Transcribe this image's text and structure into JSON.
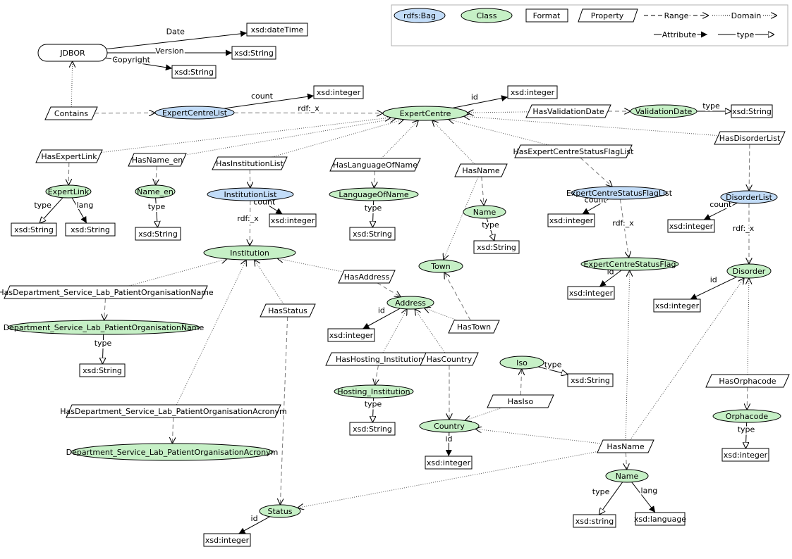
{
  "legend": {
    "bag": "rdfs:Bag",
    "class": "Class",
    "format": "Format",
    "property": "Property",
    "range": "Range",
    "domain": "Domain",
    "attribute": "Attribute",
    "type": "type"
  },
  "colors": {
    "bag_fill": "#c2dcf8",
    "class_fill": "#c6f0c6",
    "legend_border": "#b0b0b0",
    "dotted_gray": "#a0a0a0"
  },
  "nodes": [
    {
      "id": "jdbor",
      "kind": "root",
      "label": "JDBOR"
    },
    {
      "id": "xsd_datetime",
      "kind": "format",
      "label": "xsd:dateTime"
    },
    {
      "id": "xsd_string_version",
      "kind": "format",
      "label": "xsd:String"
    },
    {
      "id": "xsd_string_copyright",
      "kind": "format",
      "label": "xsd:String"
    },
    {
      "id": "contains",
      "kind": "property",
      "label": "Contains"
    },
    {
      "id": "expertcentrelist",
      "kind": "bag",
      "label": "ExpertCentreList"
    },
    {
      "id": "xsd_integer_ecl",
      "kind": "format",
      "label": "xsd:integer"
    },
    {
      "id": "expertcentre",
      "kind": "class",
      "label": "ExpertCentre"
    },
    {
      "id": "xsd_integer_ec",
      "kind": "format",
      "label": "xsd:integer"
    },
    {
      "id": "hasvalidationdate",
      "kind": "property",
      "label": "HasValidationDate"
    },
    {
      "id": "validationdate",
      "kind": "class",
      "label": "ValidationDate"
    },
    {
      "id": "xsd_string_vd",
      "kind": "format",
      "label": "xsd:String"
    },
    {
      "id": "hasexpertlink",
      "kind": "property",
      "label": "HasExpertLink"
    },
    {
      "id": "expertlink",
      "kind": "class",
      "label": "ExpertLink"
    },
    {
      "id": "xsd_string_el_type",
      "kind": "format",
      "label": "xsd:String"
    },
    {
      "id": "xsd_string_el_lang",
      "kind": "format",
      "label": "xsd:String"
    },
    {
      "id": "hasname_en",
      "kind": "property",
      "label": "HasName_en"
    },
    {
      "id": "name_en",
      "kind": "class",
      "label": "Name_en"
    },
    {
      "id": "xsd_string_nameen",
      "kind": "format",
      "label": "xsd:String"
    },
    {
      "id": "hasinstitutionlist",
      "kind": "property",
      "label": "HasInstitutionList"
    },
    {
      "id": "institutionlist",
      "kind": "bag",
      "label": "InstitutionList"
    },
    {
      "id": "xsd_integer_il",
      "kind": "format",
      "label": "xsd:integer"
    },
    {
      "id": "institution",
      "kind": "class",
      "label": "Institution"
    },
    {
      "id": "haslanguageofname",
      "kind": "property",
      "label": "HasLanguageOfName"
    },
    {
      "id": "languageofname",
      "kind": "class",
      "label": "LanguageOfName"
    },
    {
      "id": "xsd_string_lon",
      "kind": "format",
      "label": "xsd:String"
    },
    {
      "id": "hasname_ec",
      "kind": "property",
      "label": "HasName"
    },
    {
      "id": "name_ec",
      "kind": "class",
      "label": "Name"
    },
    {
      "id": "xsd_string_name_ec",
      "kind": "format",
      "label": "xsd:String"
    },
    {
      "id": "town",
      "kind": "class",
      "label": "Town"
    },
    {
      "id": "hasecsfl",
      "kind": "property",
      "label": "HasExpertCentreStatusFlagList"
    },
    {
      "id": "ecsfl",
      "kind": "bag",
      "label": "ExpertCentreStatusFlagList"
    },
    {
      "id": "xsd_integer_ecsfl",
      "kind": "format",
      "label": "xsd:integer"
    },
    {
      "id": "ecsf",
      "kind": "class",
      "label": "ExpertCentreStatusFlag"
    },
    {
      "id": "xsd_integer_ecsf",
      "kind": "format",
      "label": "xsd:integer"
    },
    {
      "id": "hasdisorderlist",
      "kind": "property",
      "label": "HasDisorderList"
    },
    {
      "id": "disorderlist",
      "kind": "bag",
      "label": "DisorderList"
    },
    {
      "id": "xsd_integer_dl",
      "kind": "format",
      "label": "xsd:integer"
    },
    {
      "id": "disorder",
      "kind": "class",
      "label": "Disorder"
    },
    {
      "id": "xsd_integer_dis",
      "kind": "format",
      "label": "xsd:integer"
    },
    {
      "id": "hasdept_name",
      "kind": "property",
      "label": "HasDepartment_Service_Lab_PatientOrganisationName"
    },
    {
      "id": "dept_name",
      "kind": "class",
      "label": "Department_Service_Lab_PatientOrganisationName"
    },
    {
      "id": "xsd_string_dept",
      "kind": "format",
      "label": "xsd:String"
    },
    {
      "id": "hasstatus",
      "kind": "property",
      "label": "HasStatus"
    },
    {
      "id": "hasaddress",
      "kind": "property",
      "label": "HasAddress"
    },
    {
      "id": "address",
      "kind": "class",
      "label": "Address"
    },
    {
      "id": "xsd_integer_addr",
      "kind": "format",
      "label": "xsd:integer"
    },
    {
      "id": "hastown",
      "kind": "property",
      "label": "HasTown"
    },
    {
      "id": "hashosting",
      "kind": "property",
      "label": "HasHosting_Institution"
    },
    {
      "id": "hosting",
      "kind": "class",
      "label": "Hosting_Institution"
    },
    {
      "id": "xsd_string_hosting",
      "kind": "format",
      "label": "xsd:String"
    },
    {
      "id": "hascountry",
      "kind": "property",
      "label": "HasCountry"
    },
    {
      "id": "iso",
      "kind": "class",
      "label": "Iso"
    },
    {
      "id": "xsd_string_iso",
      "kind": "format",
      "label": "xsd:String"
    },
    {
      "id": "hasiso",
      "kind": "property",
      "label": "HasIso"
    },
    {
      "id": "country",
      "kind": "class",
      "label": "Country"
    },
    {
      "id": "xsd_integer_country",
      "kind": "format",
      "label": "xsd:integer"
    },
    {
      "id": "hasname_country",
      "kind": "property",
      "label": "HasName"
    },
    {
      "id": "name_country",
      "kind": "class",
      "label": "Name"
    },
    {
      "id": "xsd_string_name_country",
      "kind": "format",
      "label": "xsd:string"
    },
    {
      "id": "xsd_language",
      "kind": "format",
      "label": "xsd:language"
    },
    {
      "id": "hasorphacode",
      "kind": "property",
      "label": "HasOrphacode"
    },
    {
      "id": "orphacode",
      "kind": "class",
      "label": "Orphacode"
    },
    {
      "id": "xsd_integer_orpha",
      "kind": "format",
      "label": "xsd:integer"
    },
    {
      "id": "hasdept_acr",
      "kind": "property",
      "label": "HasDepartment_Service_Lab_PatientOrganisationAcronym"
    },
    {
      "id": "dept_acr",
      "kind": "class",
      "label": "Department_Service_Lab_PatientOrganisationAcronym"
    },
    {
      "id": "status",
      "kind": "class",
      "label": "Status"
    },
    {
      "id": "xsd_integer_status",
      "kind": "format",
      "label": "xsd:integer"
    }
  ],
  "edges": [
    {
      "from": "jdbor",
      "to": "xsd_datetime",
      "kind": "attribute",
      "label": "Date"
    },
    {
      "from": "jdbor",
      "to": "xsd_string_version",
      "kind": "attribute",
      "label": "Version"
    },
    {
      "from": "jdbor",
      "to": "xsd_string_copyright",
      "kind": "attribute",
      "label": "Copyright"
    },
    {
      "from": "contains",
      "to": "jdbor",
      "kind": "domain",
      "label": ""
    },
    {
      "from": "contains",
      "to": "expertcentrelist",
      "kind": "range",
      "label": ""
    },
    {
      "from": "expertcentrelist",
      "to": "xsd_integer_ecl",
      "kind": "attribute",
      "label": "count"
    },
    {
      "from": "expertcentrelist",
      "to": "expertcentre",
      "kind": "range",
      "label": "rdf:_x"
    },
    {
      "from": "expertcentre",
      "to": "xsd_integer_ec",
      "kind": "attribute",
      "label": "id"
    },
    {
      "from": "hasvalidationdate",
      "to": "expertcentre",
      "kind": "domain",
      "label": ""
    },
    {
      "from": "hasvalidationdate",
      "to": "validationdate",
      "kind": "range",
      "label": ""
    },
    {
      "from": "validationdate",
      "to": "xsd_string_vd",
      "kind": "type",
      "label": "type"
    },
    {
      "from": "hasexpertlink",
      "to": "expertcentre",
      "kind": "domain",
      "label": ""
    },
    {
      "from": "hasexpertlink",
      "to": "expertlink",
      "kind": "range",
      "label": ""
    },
    {
      "from": "expertlink",
      "to": "xsd_string_el_type",
      "kind": "type",
      "label": "type"
    },
    {
      "from": "expertlink",
      "to": "xsd_string_el_lang",
      "kind": "attribute",
      "label": "lang"
    },
    {
      "from": "hasname_en",
      "to": "expertcentre",
      "kind": "domain",
      "label": ""
    },
    {
      "from": "hasname_en",
      "to": "name_en",
      "kind": "range",
      "label": ""
    },
    {
      "from": "name_en",
      "to": "xsd_string_nameen",
      "kind": "type",
      "label": "type"
    },
    {
      "from": "hasinstitutionlist",
      "to": "expertcentre",
      "kind": "domain",
      "label": ""
    },
    {
      "from": "hasinstitutionlist",
      "to": "institutionlist",
      "kind": "range",
      "label": ""
    },
    {
      "from": "institutionlist",
      "to": "xsd_integer_il",
      "kind": "attribute",
      "label": "count"
    },
    {
      "from": "institutionlist",
      "to": "institution",
      "kind": "range",
      "label": "rdf:_x"
    },
    {
      "from": "haslanguageofname",
      "to": "expertcentre",
      "kind": "domain",
      "label": ""
    },
    {
      "from": "haslanguageofname",
      "to": "languageofname",
      "kind": "range",
      "label": ""
    },
    {
      "from": "languageofname",
      "to": "xsd_string_lon",
      "kind": "type",
      "label": "type"
    },
    {
      "from": "hasname_ec",
      "to": "expertcentre",
      "kind": "domain",
      "label": ""
    },
    {
      "from": "hasname_ec",
      "to": "town",
      "kind": "domain",
      "label": ""
    },
    {
      "from": "hasname_ec",
      "to": "name_ec",
      "kind": "range",
      "label": ""
    },
    {
      "from": "name_ec",
      "to": "xsd_string_name_ec",
      "kind": "type",
      "label": "type"
    },
    {
      "from": "hasecsfl",
      "to": "expertcentre",
      "kind": "domain",
      "label": ""
    },
    {
      "from": "hasecsfl",
      "to": "ecsfl",
      "kind": "range",
      "label": ""
    },
    {
      "from": "ecsfl",
      "to": "xsd_integer_ecsfl",
      "kind": "attribute",
      "label": "count"
    },
    {
      "from": "ecsfl",
      "to": "ecsf",
      "kind": "range",
      "label": "rdf:_x"
    },
    {
      "from": "ecsf",
      "to": "xsd_integer_ecsf",
      "kind": "attribute",
      "label": "id"
    },
    {
      "from": "hasdisorderlist",
      "to": "expertcentre",
      "kind": "domain",
      "label": ""
    },
    {
      "from": "hasdisorderlist",
      "to": "disorderlist",
      "kind": "range",
      "label": ""
    },
    {
      "from": "disorderlist",
      "to": "xsd_integer_dl",
      "kind": "attribute",
      "label": "count"
    },
    {
      "from": "disorderlist",
      "to": "disorder",
      "kind": "range",
      "label": "rdf:_x"
    },
    {
      "from": "disorder",
      "to": "xsd_integer_dis",
      "kind": "attribute",
      "label": "id"
    },
    {
      "from": "hasdept_name",
      "to": "institution",
      "kind": "domain",
      "label": ""
    },
    {
      "from": "hasdept_name",
      "to": "dept_name",
      "kind": "range",
      "label": ""
    },
    {
      "from": "dept_name",
      "to": "xsd_string_dept",
      "kind": "type",
      "label": "type"
    },
    {
      "from": "hasstatus",
      "to": "institution",
      "kind": "domain",
      "label": ""
    },
    {
      "from": "hasstatus",
      "to": "status",
      "kind": "range",
      "label": ""
    },
    {
      "from": "hasaddress",
      "to": "institution",
      "kind": "domain",
      "label": ""
    },
    {
      "from": "hasaddress",
      "to": "address",
      "kind": "range",
      "label": ""
    },
    {
      "from": "address",
      "to": "xsd_integer_addr",
      "kind": "attribute",
      "label": "id"
    },
    {
      "from": "hastown",
      "to": "address",
      "kind": "domain",
      "label": ""
    },
    {
      "from": "hastown",
      "to": "town",
      "kind": "range",
      "label": ""
    },
    {
      "from": "hashosting",
      "to": "address",
      "kind": "domain",
      "label": ""
    },
    {
      "from": "hashosting",
      "to": "hosting",
      "kind": "range",
      "label": ""
    },
    {
      "from": "hosting",
      "to": "xsd_string_hosting",
      "kind": "type",
      "label": "type"
    },
    {
      "from": "hascountry",
      "to": "address",
      "kind": "domain",
      "label": ""
    },
    {
      "from": "hascountry",
      "to": "country",
      "kind": "range",
      "label": ""
    },
    {
      "from": "iso",
      "to": "xsd_string_iso",
      "kind": "type",
      "label": "type"
    },
    {
      "from": "hasiso",
      "to": "country",
      "kind": "domain",
      "label": ""
    },
    {
      "from": "hasiso",
      "to": "iso",
      "kind": "range",
      "label": ""
    },
    {
      "from": "country",
      "to": "xsd_integer_country",
      "kind": "attribute",
      "label": "id"
    },
    {
      "from": "hasname_country",
      "to": "country",
      "kind": "domain",
      "label": ""
    },
    {
      "from": "hasname_country",
      "to": "disorder",
      "kind": "domain",
      "label": ""
    },
    {
      "from": "hasname_country",
      "to": "status",
      "kind": "domain",
      "label": ""
    },
    {
      "from": "hasname_country",
      "to": "ecsf",
      "kind": "domain",
      "label": ""
    },
    {
      "from": "hasname_country",
      "to": "name_country",
      "kind": "range",
      "label": ""
    },
    {
      "from": "name_country",
      "to": "xsd_string_name_country",
      "kind": "type",
      "label": "type"
    },
    {
      "from": "name_country",
      "to": "xsd_language",
      "kind": "attribute",
      "label": "lang"
    },
    {
      "from": "hasorphacode",
      "to": "disorder",
      "kind": "domain",
      "label": ""
    },
    {
      "from": "hasorphacode",
      "to": "orphacode",
      "kind": "range",
      "label": ""
    },
    {
      "from": "orphacode",
      "to": "xsd_integer_orpha",
      "kind": "type",
      "label": "type"
    },
    {
      "from": "hasdept_acr",
      "to": "institution",
      "kind": "domain",
      "label": ""
    },
    {
      "from": "hasdept_acr",
      "to": "dept_acr",
      "kind": "range",
      "label": ""
    },
    {
      "from": "status",
      "to": "xsd_integer_status",
      "kind": "attribute",
      "label": "id"
    }
  ]
}
